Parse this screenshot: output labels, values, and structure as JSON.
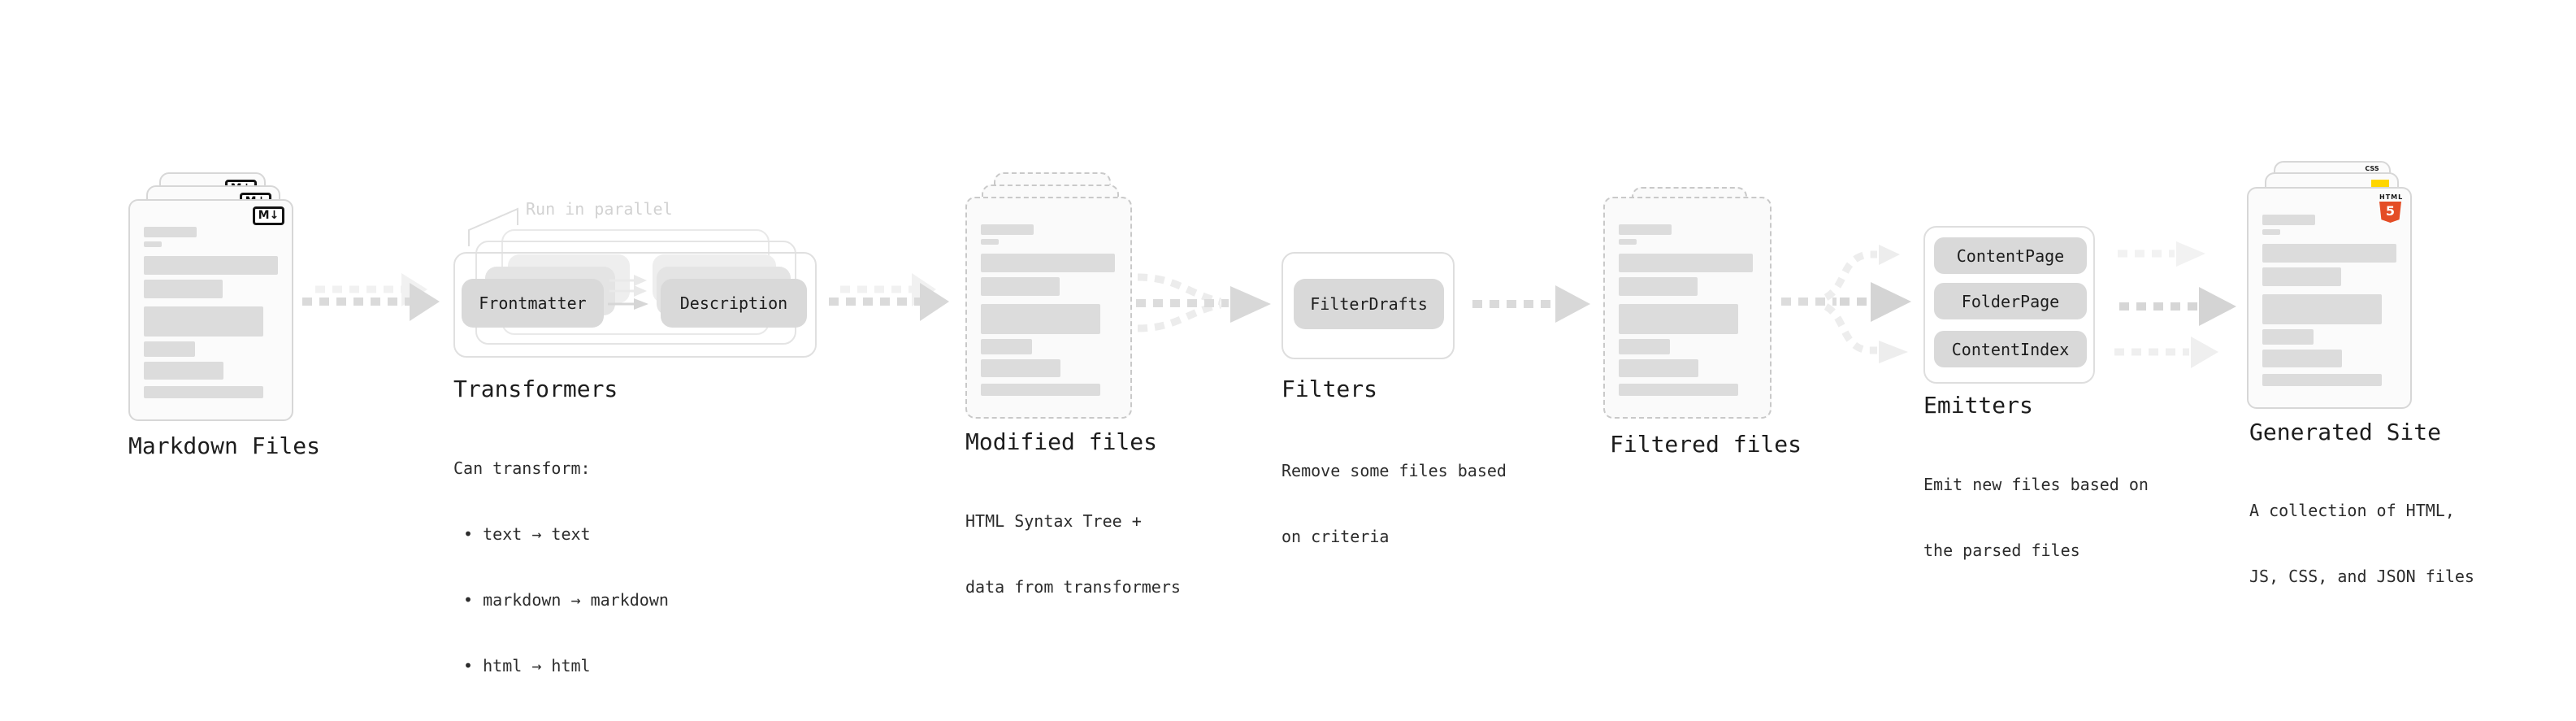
{
  "stages": {
    "markdown_files": {
      "title": "Markdown Files",
      "badge": "M↓"
    },
    "transformers": {
      "title": "Transformers",
      "annotation": "Run in parallel",
      "buttons": [
        "Frontmatter",
        "Description"
      ],
      "desc": [
        "Can transform:",
        " • text → text",
        " • markdown → markdown",
        " • html → html"
      ]
    },
    "modified_files": {
      "title": "Modified files",
      "desc": [
        "HTML Syntax Tree +",
        "data from transformers"
      ]
    },
    "filters": {
      "title": "Filters",
      "buttons": [
        "FilterDrafts"
      ],
      "desc": [
        "Remove some files based",
        "on criteria"
      ]
    },
    "filtered_files": {
      "title": "Filtered files"
    },
    "emitters": {
      "title": "Emitters",
      "buttons": [
        "ContentPage",
        "FolderPage",
        "ContentIndex"
      ],
      "desc": [
        "Emit new files based on",
        "the parsed files"
      ]
    },
    "generated_site": {
      "title": "Generated Site",
      "desc": [
        "A collection of HTML,",
        "JS, CSS, and JSON files"
      ],
      "badges": {
        "css": "CSS",
        "html_label": "HTML",
        "html_number": "5"
      }
    }
  },
  "colors": {
    "arrow_main": "#d8d8d8",
    "arrow_light": "#efefef",
    "button_bg": "#d9d9d9",
    "bar_fill": "#dcdcdc",
    "js_yellow": "#ffd600",
    "css_blue": "#2760e6",
    "html5_orange": "#e44d26",
    "text": "#1d1d1d"
  }
}
